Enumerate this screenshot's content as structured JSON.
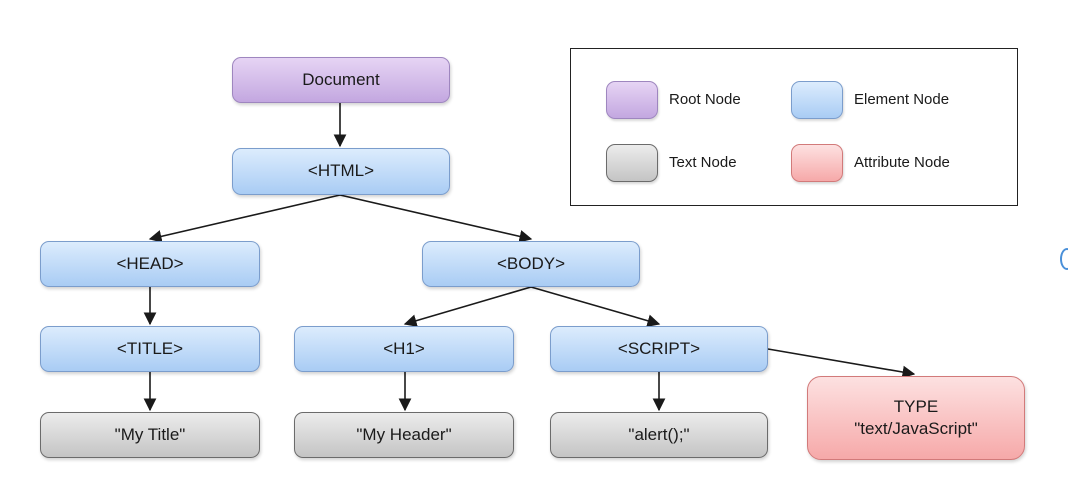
{
  "nodes": {
    "document": "Document",
    "html": "<HTML>",
    "head": "<HEAD>",
    "body": "<BODY>",
    "title": "<TITLE>",
    "h1": "<H1>",
    "script": "<SCRIPT>",
    "my_title": "\"My Title\"",
    "my_header": "\"My Header\"",
    "alert": "\"alert();\"",
    "type_name": "TYPE",
    "type_value": "\"text/JavaScript\""
  },
  "legend": {
    "root": "Root Node",
    "element": "Element Node",
    "text": "Text Node",
    "attribute": "Attribute Node"
  },
  "colors": {
    "root": "#c3a7e0",
    "element": "#a9ccf4",
    "text": "#c4c4c4",
    "attribute": "#f6a9a9",
    "arrow": "#1a1a1a"
  }
}
